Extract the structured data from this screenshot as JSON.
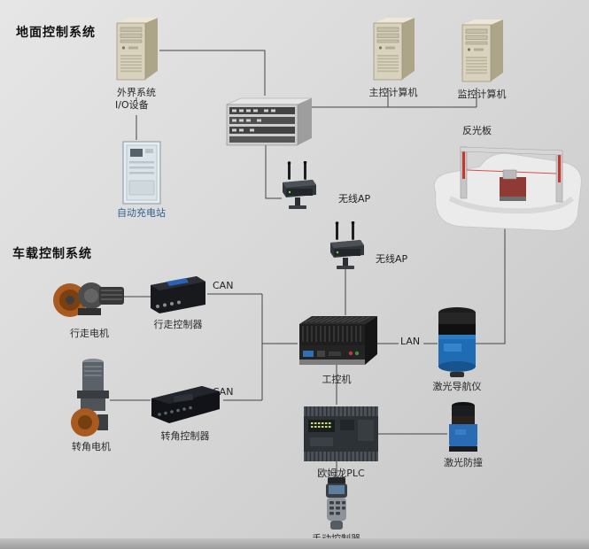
{
  "titles": {
    "ground": "地面控制系统",
    "vehicle": "车载控制系统"
  },
  "labels": {
    "external_system": "外界系统",
    "io_device": "I/O设备",
    "main_computer": "主控计算机",
    "monitor_computer": "监控计算机",
    "reflector": "反光板",
    "charging_station": "自动充电站",
    "wireless_ap1": "无线AP",
    "wireless_ap2": "无线AP",
    "travel_motor": "行走电机",
    "travel_controller": "行走控制器",
    "industrial_pc": "工控机",
    "laser_navigator": "激光导航仪",
    "steering_motor": "转角电机",
    "steering_controller": "转角控制器",
    "omron_plc": "欧姆龙PLC",
    "laser_anticollision": "激光防撞",
    "manual_controller": "手动控制器"
  },
  "edge_labels": {
    "can_travel": "CAN",
    "can_steering": "CAN",
    "lan": "LAN"
  },
  "colors": {
    "background_top": "#e6e6e6",
    "background_bottom": "#c6c6c6",
    "connection_line": "#444444",
    "label_text": "#2b2b2b",
    "charging_label_blue": "#2d5f8f",
    "reflector_red": "#c8352c",
    "laser_blue": "#1f6cb4",
    "wheel_orange": "#a85a20"
  }
}
